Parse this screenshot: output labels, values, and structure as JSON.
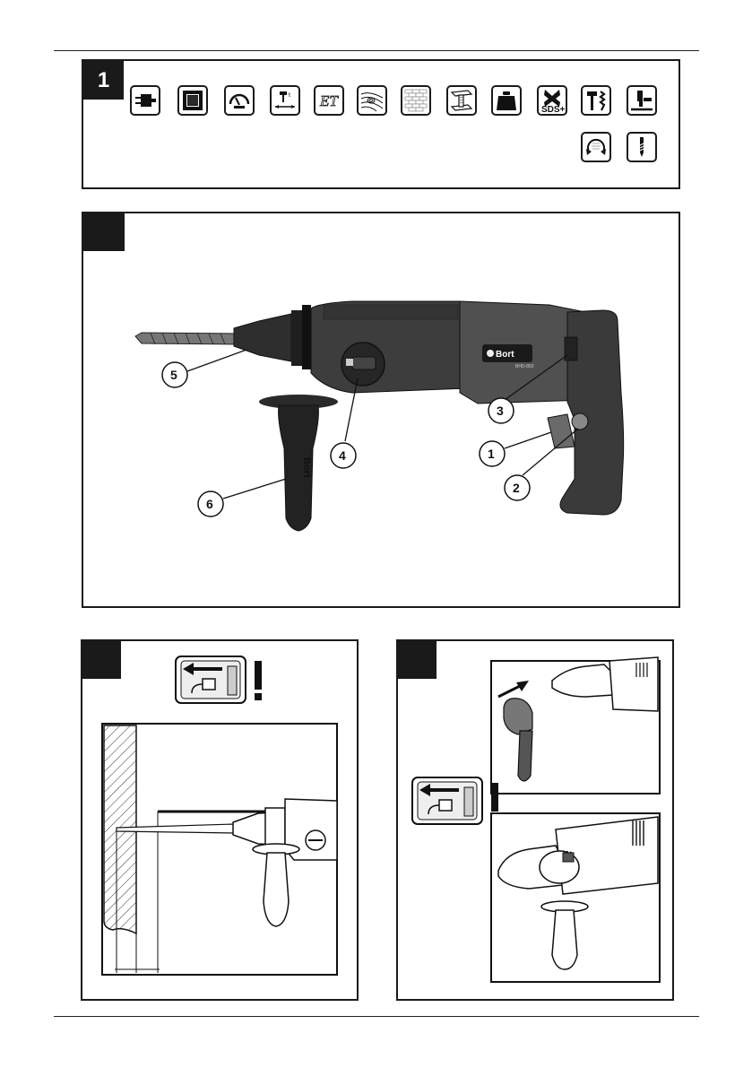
{
  "figures": {
    "panel1": {
      "tag": "1"
    },
    "panel2": {
      "tag": ""
    },
    "panel3": {
      "tag": ""
    },
    "panel4": {
      "tag": ""
    }
  },
  "icons": {
    "row1": [
      "plug-icon",
      "insulation-icon",
      "speed-gauge-icon",
      "impact-energy-icon",
      "et-icon",
      "wood-icon",
      "brick-icon",
      "steel-icon",
      "weight-icon",
      "sds-plus-icon",
      "hammer-drill-mode-icon",
      "chisel-mode-icon"
    ],
    "row2": [
      "reverse-rotation-icon",
      "drill-bit-icon"
    ],
    "sds_label": "SDS+",
    "et_label": "ET"
  },
  "drill": {
    "brand": "Bort",
    "model": "BHD-850",
    "handle_brand": "Bort",
    "callouts": [
      "1",
      "2",
      "3",
      "4",
      "5",
      "6"
    ]
  },
  "colors": {
    "ink": "#1a1a1a",
    "body_dark": "#3a3a3a",
    "body_mid": "#5a5a5a",
    "warning": "#111111"
  }
}
